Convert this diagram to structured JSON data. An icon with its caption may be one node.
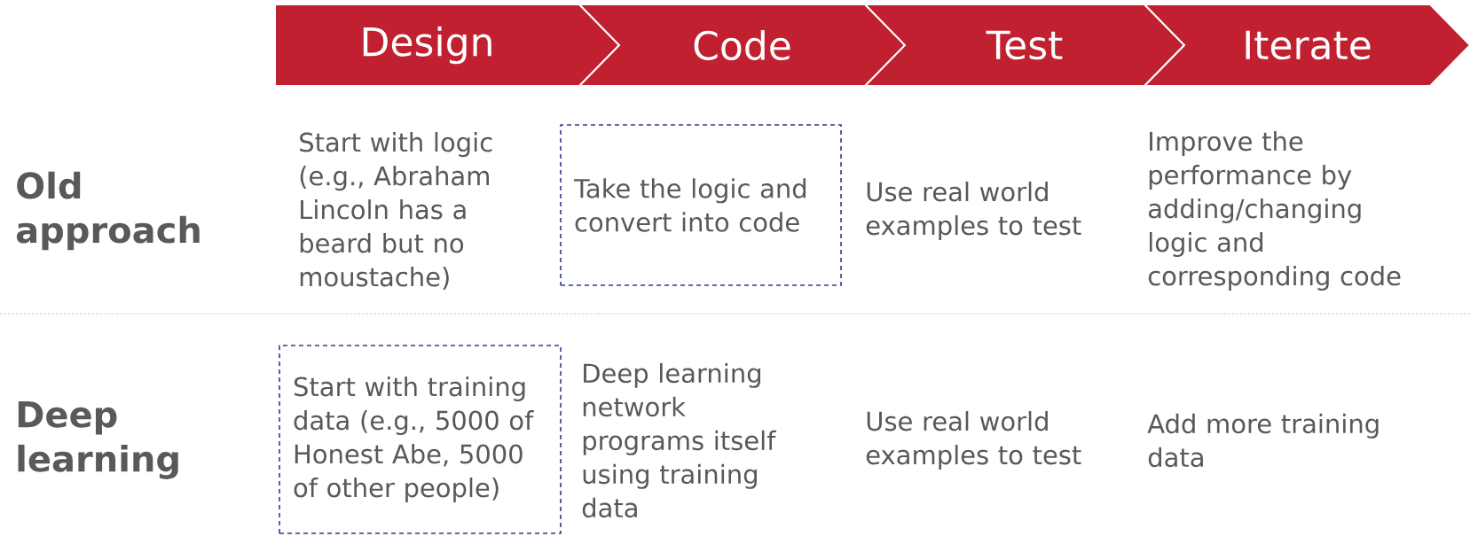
{
  "diagram": {
    "nodes": [
      {
        "text": [
          "Design"
        ]
      },
      {
        "text": [
          "Code"
        ]
      },
      {
        "text": [
          "Test"
        ]
      },
      {
        "text": [
          "Iterate"
        ]
      },
      {
        "text": [
          "Take the logic and convert into code"
        ]
      },
      {
        "text": [
          "Start with training data (e.g., 5000 of Honest Abe, 5000 of other people)"
        ]
      }
    ],
    "labels": [
      "Old approach",
      "Start with logic (e.g., Abraham Lincoln has a beard but no moustache)",
      "Use real world examples to test",
      "Improve the performance by adding/changing logic and corresponding code",
      "Deep learning",
      "Deep learning network programs itself using training data",
      "Use real world examples to test",
      "Add more training data"
    ]
  }
}
